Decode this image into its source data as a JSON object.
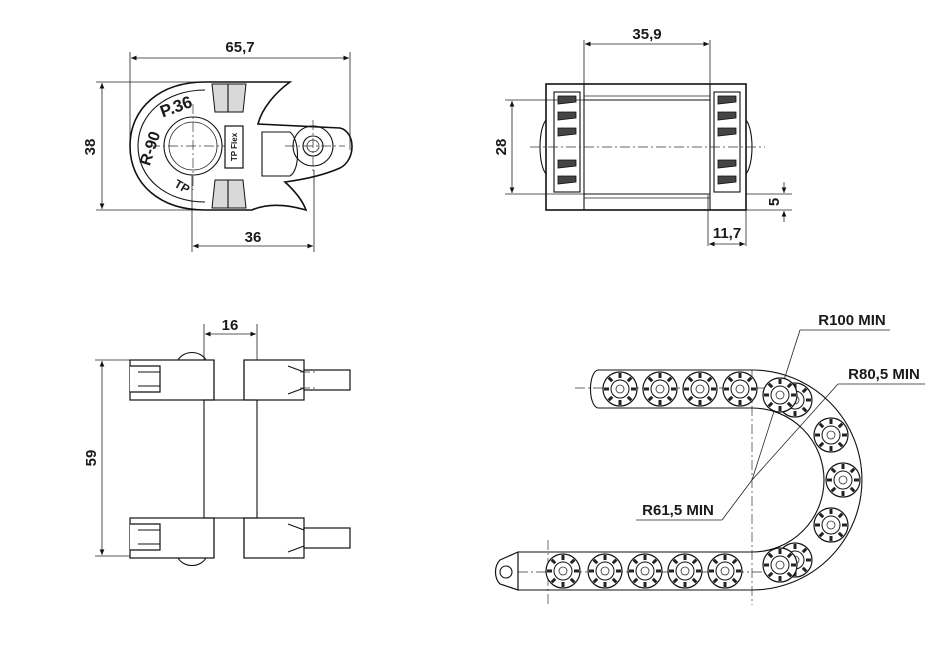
{
  "views": {
    "side_view": {
      "dim_width": "65,7",
      "dim_height": "38",
      "dim_pin": "36",
      "emboss_pitch": "P.36",
      "emboss_radius": "R-90",
      "logo_mark": "TP",
      "badge": "TP Flex"
    },
    "front_view": {
      "dim_inner_width": "35,9",
      "dim_inner_height": "28",
      "dim_side_width": "11,7",
      "dim_small": "5"
    },
    "top_view": {
      "dim_link_width": "16",
      "dim_height": "59"
    },
    "chain_view": {
      "label_r_outer": "R100 MIN",
      "label_r_mid": "R80,5 MIN",
      "label_r_inner": "R61,5 MIN"
    }
  }
}
